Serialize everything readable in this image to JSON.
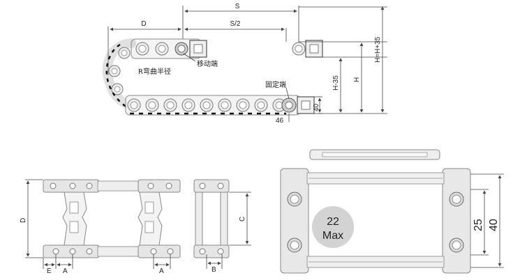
{
  "top_diagram": {
    "dim_s": "S",
    "dim_s_half": "S/2",
    "dim_d": "D",
    "dim_h_minus": "H-35",
    "dim_h": "H",
    "dim_h_plus": "H=H+35",
    "label_bend_radius": "R弯曲半径",
    "label_moving_end": "移动端",
    "label_fixed_end": "固定端",
    "dim_40": "40",
    "dim_46": "46"
  },
  "side_view": {
    "dim_d": "D",
    "dim_e": "E",
    "dim_a_left": "A",
    "dim_a_right": "A"
  },
  "end_view": {
    "dim_c": "C",
    "dim_b": "B"
  },
  "top_view": {
    "badge_value": "22",
    "badge_unit": "Max",
    "dim_25": "25",
    "dim_40": "40",
    "badge_color": "#d3d3d3"
  }
}
